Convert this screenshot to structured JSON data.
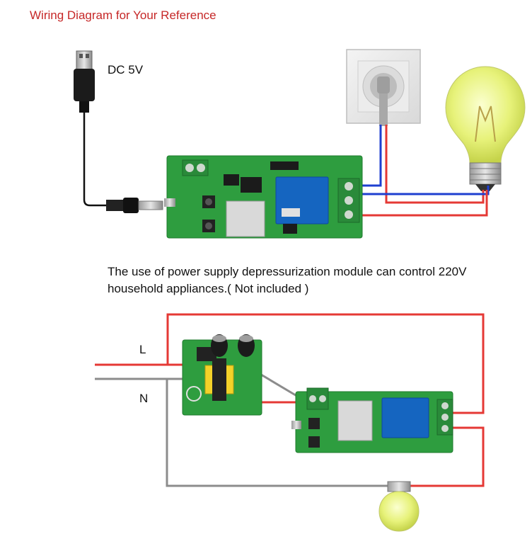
{
  "header": {
    "title": "Wiring Diagram for Your Reference"
  },
  "diagram1": {
    "power_label": "DC 5V"
  },
  "diagram2": {
    "note_line1": "The use of power supply depressurization module can control 220V",
    "note_line2": "household appliances.( Not included )",
    "live_label": "L",
    "neutral_label": "N"
  },
  "colors": {
    "title": "#c62828",
    "wire_red": "#e53935",
    "wire_blue": "#1e3fd0",
    "wire_gray": "#8c8c8c",
    "pcb_green": "#2e9d3f",
    "relay_blue": "#1565c0"
  }
}
